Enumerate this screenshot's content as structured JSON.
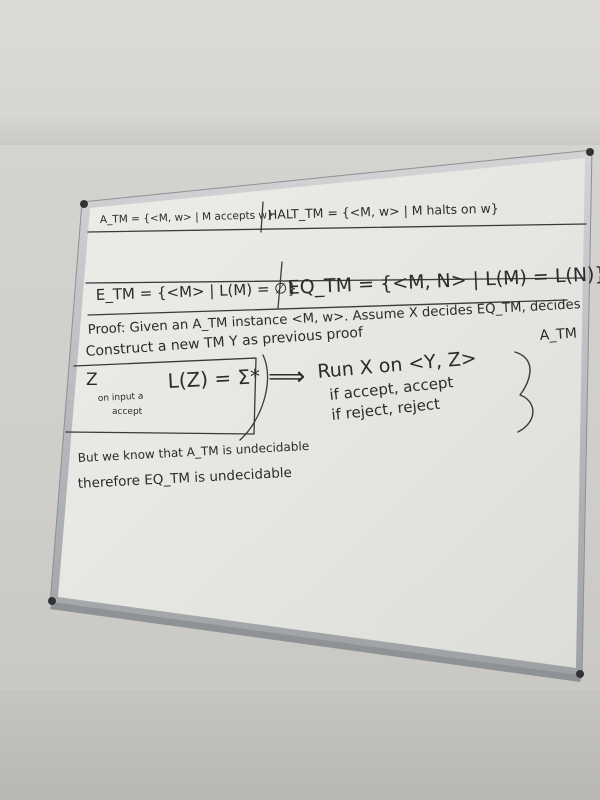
{
  "whiteboard": {
    "lines": {
      "atm_def": "A_TM = {<M, w> | M accepts w}",
      "halt_def": "HALT_TM = {<M, w> | M halts on w}",
      "etm_def": "E_TM = {<M> | L(M) = ∅}",
      "eqtm_def": "EQ_TM = {<M, N> | L(M) = L(N)}",
      "proof_line": "Proof: Given an A_TM instance <M, w>. Assume X decides EQ_TM, decides",
      "proof_atm": "A_TM",
      "construct_line": "Construct a new TM Y as previous proof",
      "z_label": "Z",
      "z_desc_1": "on input a",
      "z_desc_2": "accept",
      "lz_eq": "L(Z) = Σ*",
      "arrow": "⟹",
      "run_line": "Run X on <Y, Z>",
      "if_accept": "if accept, accept",
      "if_reject": "if reject, reject",
      "conclusion_1": "But we know that A_TM is undecidable",
      "conclusion_2": "therefore EQ_TM is undecidable"
    }
  },
  "colors": {
    "board": "#e9e9e5",
    "frame": "#b9bbbd",
    "ink": "#2b2b2b",
    "wall": "#d3d2ce"
  }
}
